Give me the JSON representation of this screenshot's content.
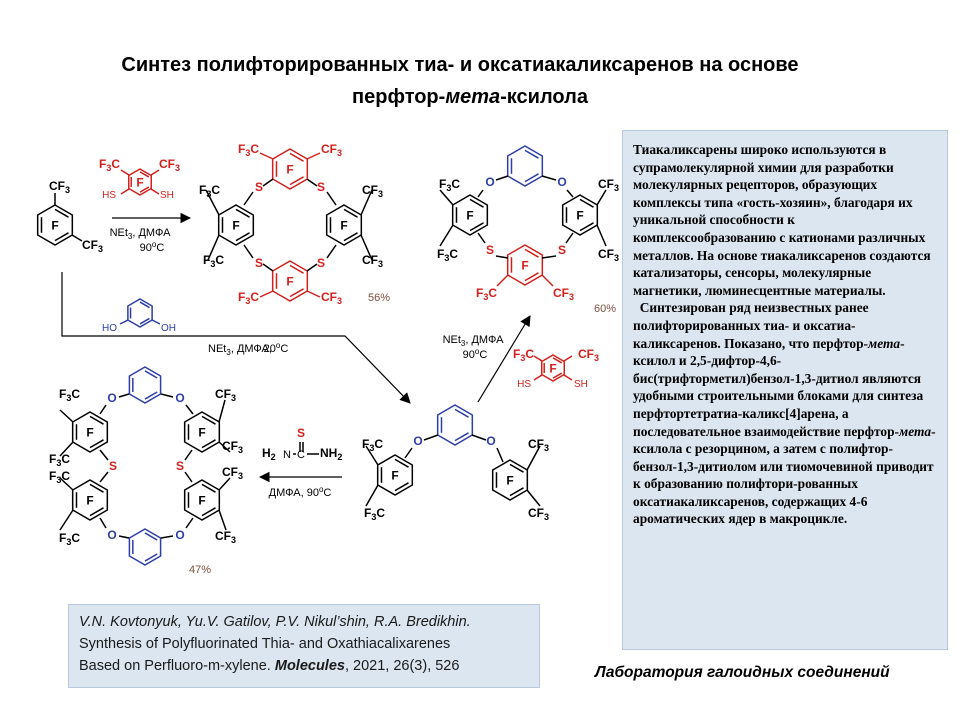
{
  "title": {
    "line1": "Синтез полифторированных тиа- и оксатиакаликсаренов на основе",
    "line2_prefix": "перфтор-",
    "line2_italic": "мета",
    "line2_suffix": "-ксилола"
  },
  "scheme": {
    "cf3": "CF",
    "sub3": "3",
    "f3c_F": "F",
    "f3c_rest": "C",
    "ring_f": "F",
    "atom_s": "S",
    "atom_o": "O",
    "hs": "HS",
    "sh": "SH",
    "ho": "HO",
    "oh": "OH",
    "h2n": "H",
    "nh2": "NH",
    "sub2": "2",
    "n_left": "N",
    "c_mid": "C",
    "net3_prefix": "NEt",
    "dmfa": ", ДМФА",
    "temp90": "90",
    "temp20": "20",
    "deg": "o",
    "celsius": "C",
    "dmfa90_prefix": "ДМФА, 90",
    "yield56": "56%",
    "yield60": "60%",
    "yield47": "47%"
  },
  "info": {
    "p1": "Тиакаликсарены широко используются в супрамолекулярной химии для разработки молекулярных рецепторов, образующих комплексы типа «гость-хозяин», благодаря их уникальной способности к комплексообразованию с катионами различных металлов. На основе тиакаликсаренов создаются катализаторы, сенсоры, молекулярные магнетики, люминесцентные материалы.",
    "p2_a": "Синтезирован ряд неизвестных ранее полифторированных тиа- и оксатиа-каликсаренов. Показано, что перфтор-",
    "p2_i1": "мета",
    "p2_b": "-ксилол и 2,5-дифтор-4,6-бис(трифторметил)бензол-1,3-дитиол являются удобными строительными блоками для синтеза перфтортетратиа-каликс[4]арена, а последовательное взаимодействие перфтор-",
    "p2_i2": "мета",
    "p2_c": "-ксилола с резорцином, а затем с полифтор-бензол-1,3-дитиолом или тиомочевиной приводит к образованию полифтори-рованных оксатиакаликсаренов, содержащих 4-6 ароматических ядер в макроцикле."
  },
  "ref": {
    "authors": "V.N. Kovtonyuk, Yu.V. Gatilov, P.V. Nikul’shin, R.A. Bredikhin.",
    "line2": "Synthesis of Polyfluorinated Thia- and Oxathiacalixarenes",
    "line3_a": "Based on Perfluoro-m-xylene.",
    "journal": "Molecules",
    "line3_b": ", 2021, 26(3), 526"
  },
  "lab": "Лаборатория галоидных соединений",
  "colors": {
    "red": "#d4201c",
    "blue": "#2c3ea8",
    "yield": "#7b4f3e",
    "box": "#dbe6f1"
  }
}
